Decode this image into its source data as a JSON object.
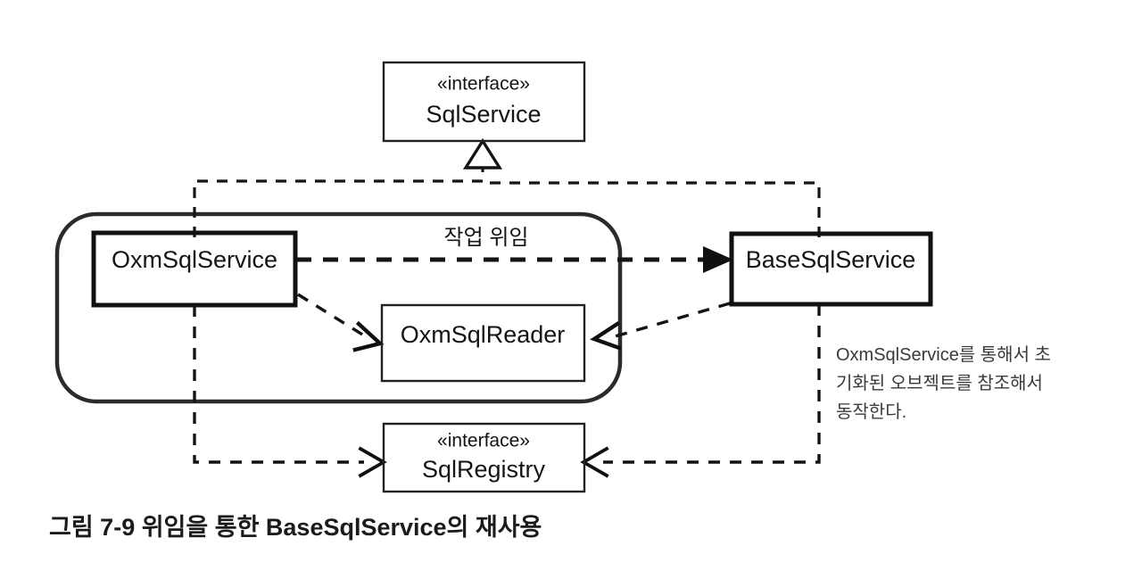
{
  "diagram": {
    "title_caption": "그림 7-9 위임을 통한 BaseSqlService의 재사용",
    "stereotype_label": "«interface»",
    "nodes": {
      "sql_service": {
        "stereotype": "«interface»",
        "name": "SqlService"
      },
      "oxm_sql_service": {
        "name": "OxmSqlService"
      },
      "oxm_sql_reader": {
        "name": "OxmSqlReader"
      },
      "base_sql_service": {
        "name": "BaseSqlService"
      },
      "sql_registry": {
        "stereotype": "«interface»",
        "name": "SqlRegistry"
      }
    },
    "edge_labels": {
      "delegation": "작업 위임"
    },
    "note": {
      "line1": "OxmSqlService를 통해서 초",
      "line2": "기화된 오브젝트를 참조해서",
      "line3": "동작한다."
    },
    "colors": {
      "ink": "#141414",
      "box_stroke": "#222222",
      "thick_stroke": "#111111",
      "note_ink": "#3a3a3a",
      "background": "#ffffff"
    }
  }
}
